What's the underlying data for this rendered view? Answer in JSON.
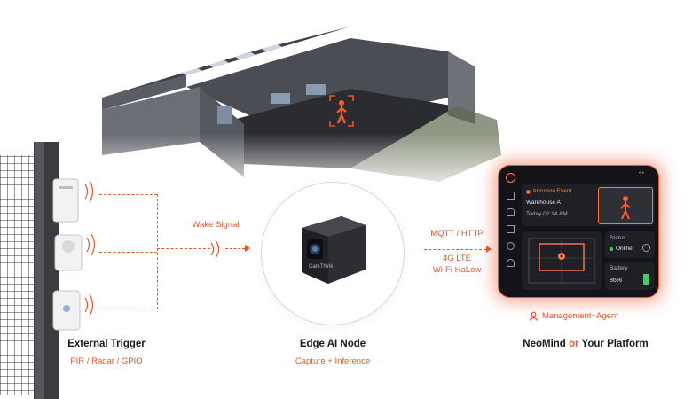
{
  "left": {
    "title": "External Trigger",
    "subtitle": "PIR / Radar / GPIO"
  },
  "center": {
    "title": "Edge AI Node",
    "subtitle": "Capture + Inference",
    "device_label": "CamThink"
  },
  "right": {
    "title_part1": "NeoMind",
    "title_or": "or",
    "title_part2": "Your Platform",
    "badge": "Management+Agent"
  },
  "links": {
    "wake": "Wake Signal",
    "proto1": "MQTT / HTTP",
    "proto2": "4G LTE",
    "proto3": "Wi-Fi HaLow"
  },
  "dashboard": {
    "event_title": "Intrusion Event",
    "event_location": "Warehouse A",
    "event_time": "Today 02:14 AM",
    "status_label": "Status",
    "status_value": "Online",
    "battery_label": "Battery",
    "battery_value": "86%"
  },
  "colors": {
    "accent": "#e8552b",
    "dark": "#141418"
  }
}
